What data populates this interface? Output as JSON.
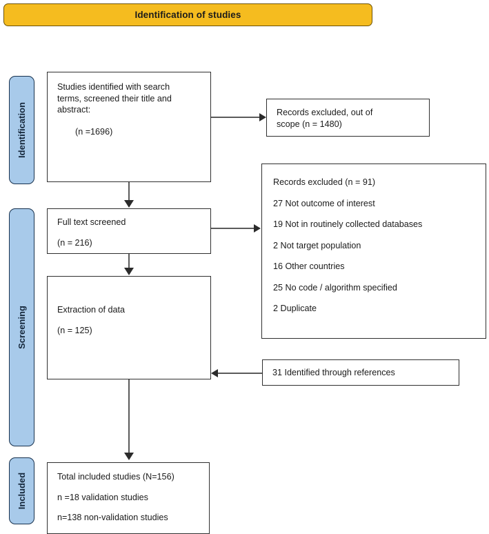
{
  "banner": {
    "label": "Identification of studies",
    "color": "#F5BC1F"
  },
  "stages": [
    {
      "key": "identification",
      "label": "Identification",
      "color": "#A8CAEA"
    },
    {
      "key": "screening",
      "label": "Screening",
      "color": "#A8CAEA"
    },
    {
      "key": "included",
      "label": "Included",
      "color": "#A8CAEA"
    }
  ],
  "boxes": {
    "identified": {
      "line1": "Studies identified with search",
      "line2": "terms, screened their title and",
      "line3": "abstract:",
      "count": "(n =1696)"
    },
    "out_of_scope": {
      "line1": "Records excluded, out of",
      "line2": "scope (n = 1480)"
    },
    "excluded": {
      "heading": "Records excluded (n = 91)",
      "reasons": [
        "27 Not outcome of interest",
        "19 Not in routinely collected databases",
        "2 Not target population",
        "16 Other countries",
        "25 No code / algorithm specified",
        "2 Duplicate"
      ]
    },
    "fulltext": {
      "line1": "Full text screened",
      "count": "(n = 216)"
    },
    "extraction": {
      "line1": "Extraction of data",
      "count": "(n = 125)"
    },
    "references": {
      "line1": "31 Identified through references"
    },
    "total": {
      "line1": "Total included studies (N=156)",
      "line2": "n =18 validation studies",
      "line3": "n=138 non-validation studies"
    }
  }
}
